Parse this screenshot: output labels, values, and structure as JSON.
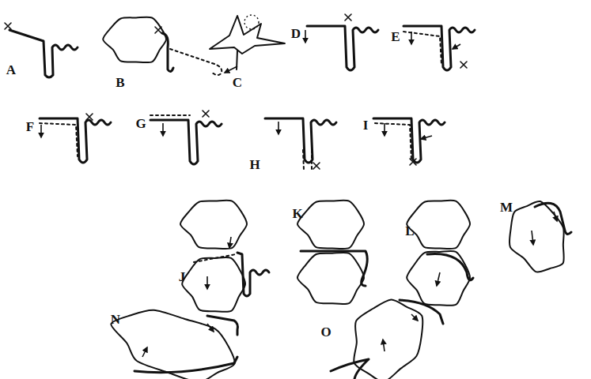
{
  "diagram": {
    "labels": [
      "A",
      "B",
      "C",
      "D",
      "E",
      "F",
      "G",
      "H",
      "I",
      "J",
      "K",
      "L",
      "M",
      "N",
      "O"
    ]
  }
}
